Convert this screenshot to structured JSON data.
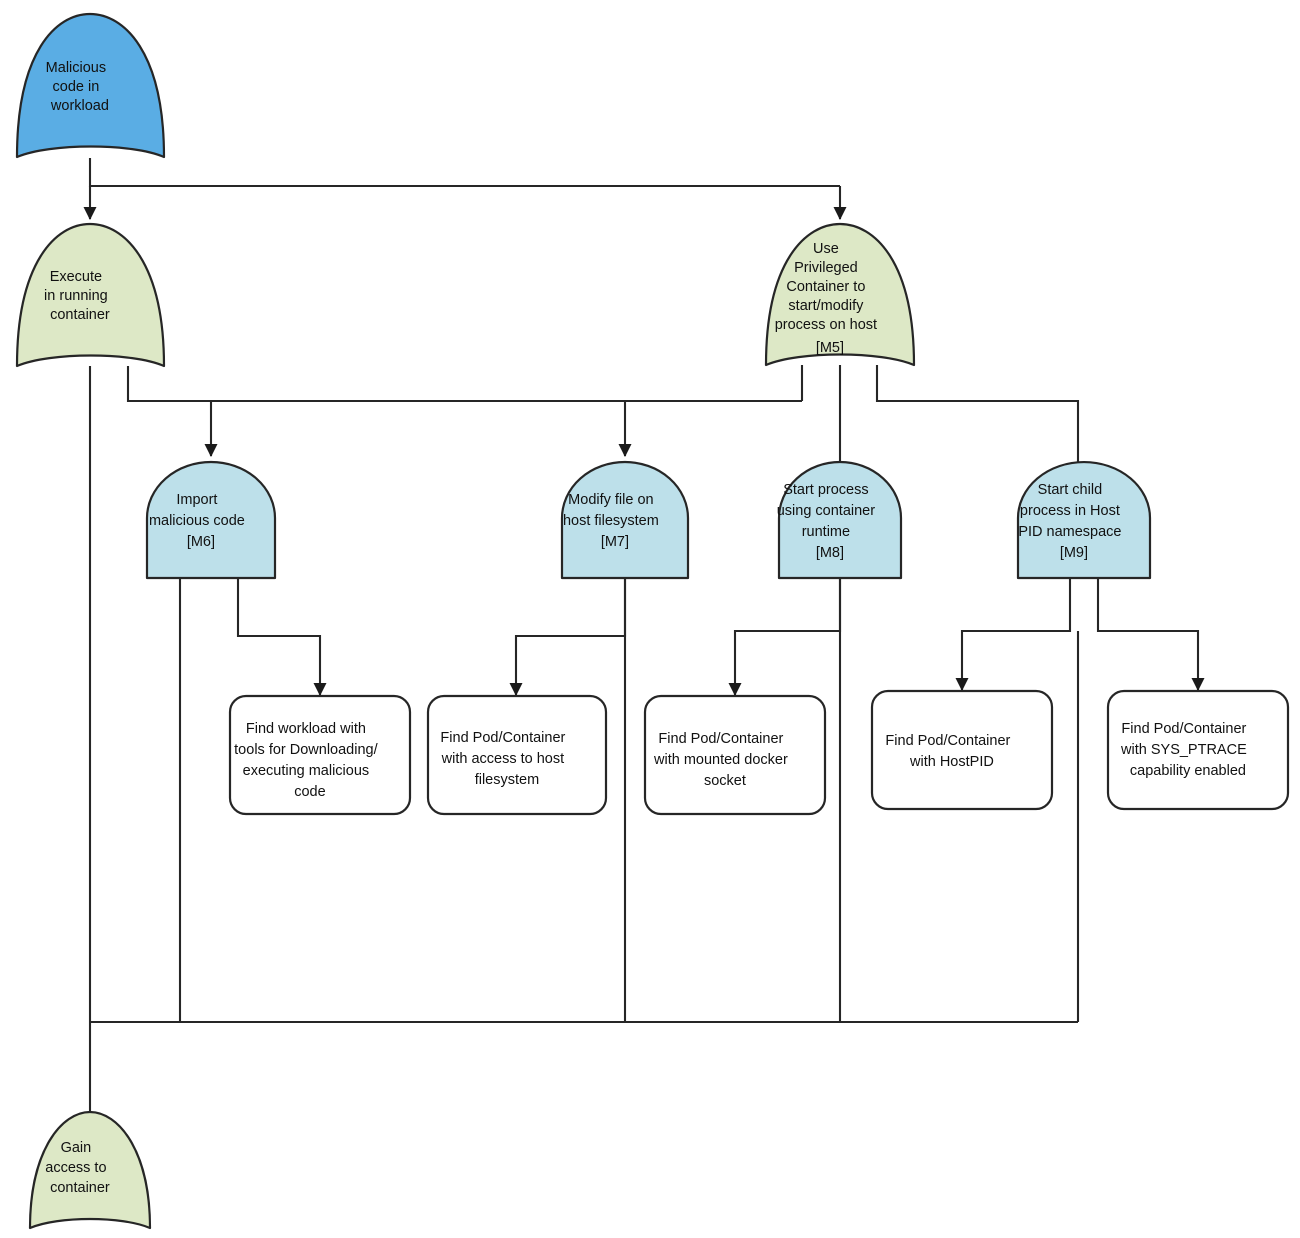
{
  "diagram": {
    "title": "Attack tree: malicious code in workload",
    "type": "attack-tree",
    "colors": {
      "root_fill": "#5aade4",
      "goal_fill": "#dde8c6",
      "method_fill": "#bde0ea",
      "leaf_fill": "#ffffff",
      "stroke": "#262626",
      "text": "#111111"
    }
  },
  "nodes": {
    "root": {
      "id": "root",
      "shape": "and-gate",
      "fill": "#5aade4",
      "lines": [
        "Malicious",
        "code in",
        "workload"
      ]
    },
    "execute_in_running_container": {
      "id": "execute",
      "shape": "and-gate",
      "fill": "#dde8c6",
      "lines": [
        "Execute",
        "in running",
        "container"
      ]
    },
    "use_privileged_container": {
      "id": "m5",
      "shape": "and-gate",
      "fill": "#dde8c6",
      "lines": [
        "Use",
        "Privileged",
        "Container to",
        "start/modify",
        "process on host",
        "[M5]"
      ]
    },
    "import_malicious_code": {
      "id": "m6",
      "shape": "or-gate",
      "fill": "#bde0ea",
      "lines": [
        "Import",
        "malicious code",
        "[M6]"
      ]
    },
    "modify_file_on_host_filesystem": {
      "id": "m7",
      "shape": "or-gate",
      "fill": "#bde0ea",
      "lines": [
        "Modify file on",
        "host filesystem",
        "[M7]"
      ]
    },
    "start_process_using_container_runtime": {
      "id": "m8",
      "shape": "or-gate",
      "fill": "#bde0ea",
      "lines": [
        "Start process",
        "using container",
        "runtime",
        "[M8]"
      ]
    },
    "start_child_process_host_pid": {
      "id": "m9",
      "shape": "or-gate",
      "fill": "#bde0ea",
      "lines": [
        "Start child",
        "process in Host",
        "PID namespace",
        "[M9]"
      ]
    },
    "gain_access_to_container": {
      "id": "gain",
      "shape": "and-gate",
      "fill": "#dde8c6",
      "lines": [
        "Gain",
        "access to",
        "container"
      ]
    },
    "leaf_find_workload_tools": {
      "id": "leaf1",
      "shape": "rounded-rect",
      "lines": [
        "Find workload with",
        "tools for Downloading/",
        "executing malicious",
        "code"
      ]
    },
    "leaf_find_host_filesystem_access": {
      "id": "leaf2",
      "shape": "rounded-rect",
      "lines": [
        "Find Pod/Container",
        "with access to host",
        "filesystem"
      ]
    },
    "leaf_find_mounted_docker_socket": {
      "id": "leaf3",
      "shape": "rounded-rect",
      "lines": [
        "Find Pod/Container",
        "with mounted docker",
        "socket"
      ]
    },
    "leaf_find_hostpid": {
      "id": "leaf4",
      "shape": "rounded-rect",
      "lines": [
        "Find Pod/Container",
        "with HostPID"
      ]
    },
    "leaf_find_sys_ptrace": {
      "id": "leaf5",
      "shape": "rounded-rect",
      "lines": [
        "Find Pod/Container",
        "with SYS_PTRACE",
        "capability enabled"
      ]
    }
  }
}
